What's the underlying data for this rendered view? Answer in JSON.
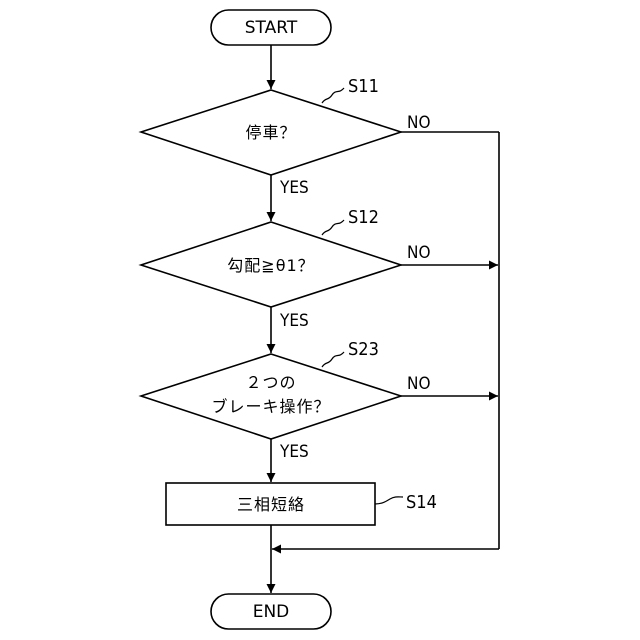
{
  "start": {
    "label": "START"
  },
  "end": {
    "label": "END"
  },
  "s11": {
    "step": "S11",
    "text": "停車？",
    "yes": "YES",
    "no": "NO"
  },
  "s12": {
    "step": "S12",
    "text": "勾配≧θ1？",
    "yes": "YES",
    "no": "NO"
  },
  "s23": {
    "step": "S23",
    "line1": "２つの",
    "line2": "ブレーキ操作？",
    "yes": "YES",
    "no": "NO"
  },
  "s14": {
    "step": "S14",
    "text": "三相短絡"
  }
}
